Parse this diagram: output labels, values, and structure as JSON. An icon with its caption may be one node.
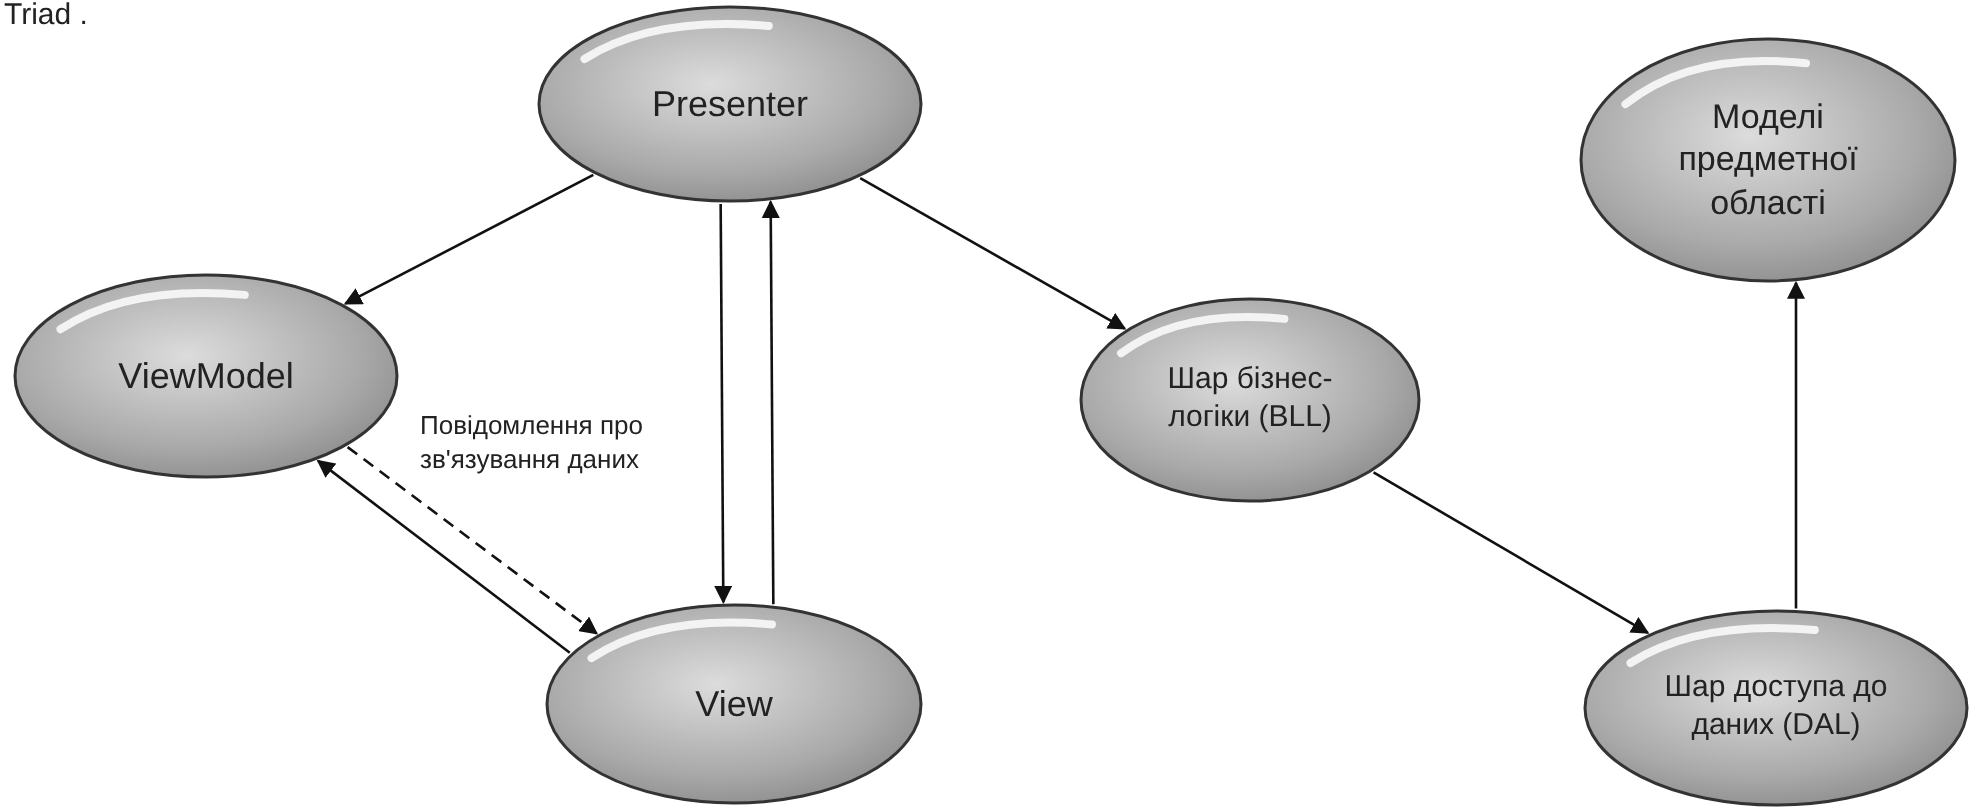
{
  "diagram": {
    "nodes": [
      {
        "text": [
          "Presenter"
        ]
      },
      {
        "text": [
          "ViewModel"
        ]
      },
      {
        "text": [
          "View"
        ]
      },
      {
        "text": [
          "Шар бізнес-логіки (BLL)"
        ]
      },
      {
        "text": [
          "Шар доступа до даних (DAL)"
        ]
      },
      {
        "text": [
          "Моделі предметної області"
        ]
      }
    ],
    "edges": [
      {
        "from": 0,
        "to": 1,
        "arrow": "to"
      },
      {
        "from": 0,
        "to": 2,
        "arrow": "to"
      },
      {
        "from": 2,
        "to": 0,
        "arrow": "to"
      },
      {
        "from": 1,
        "to": 2,
        "arrow": "to",
        "style": "dashed",
        "label": "Повідомлення про зв'язування даних"
      },
      {
        "from": 2,
        "to": 1,
        "arrow": "to"
      },
      {
        "from": 0,
        "to": 3,
        "arrow": "to"
      },
      {
        "from": 3,
        "to": 4,
        "arrow": "to"
      },
      {
        "from": 4,
        "to": 5,
        "arrow": "to"
      }
    ],
    "labels": [
      "Triad ."
    ]
  }
}
